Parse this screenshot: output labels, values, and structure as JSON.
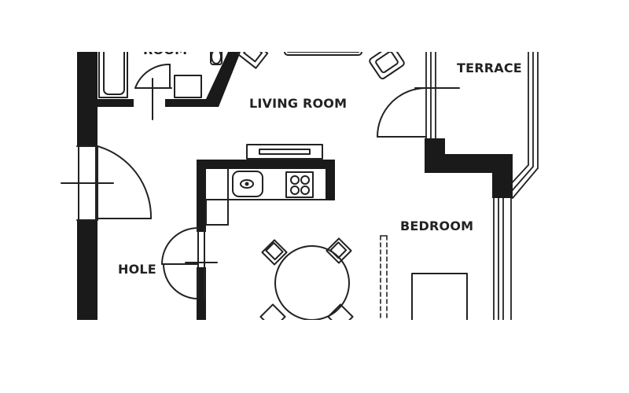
{
  "labels": {
    "room_top": "ROOM",
    "living_room": "LIVING ROOM",
    "terrace": "TERRACE",
    "bedroom": "BEDROOM",
    "hole": "HOLE"
  },
  "colors": {
    "wall": "#1a1a1a",
    "line": "#222222",
    "background": "#ffffff"
  }
}
